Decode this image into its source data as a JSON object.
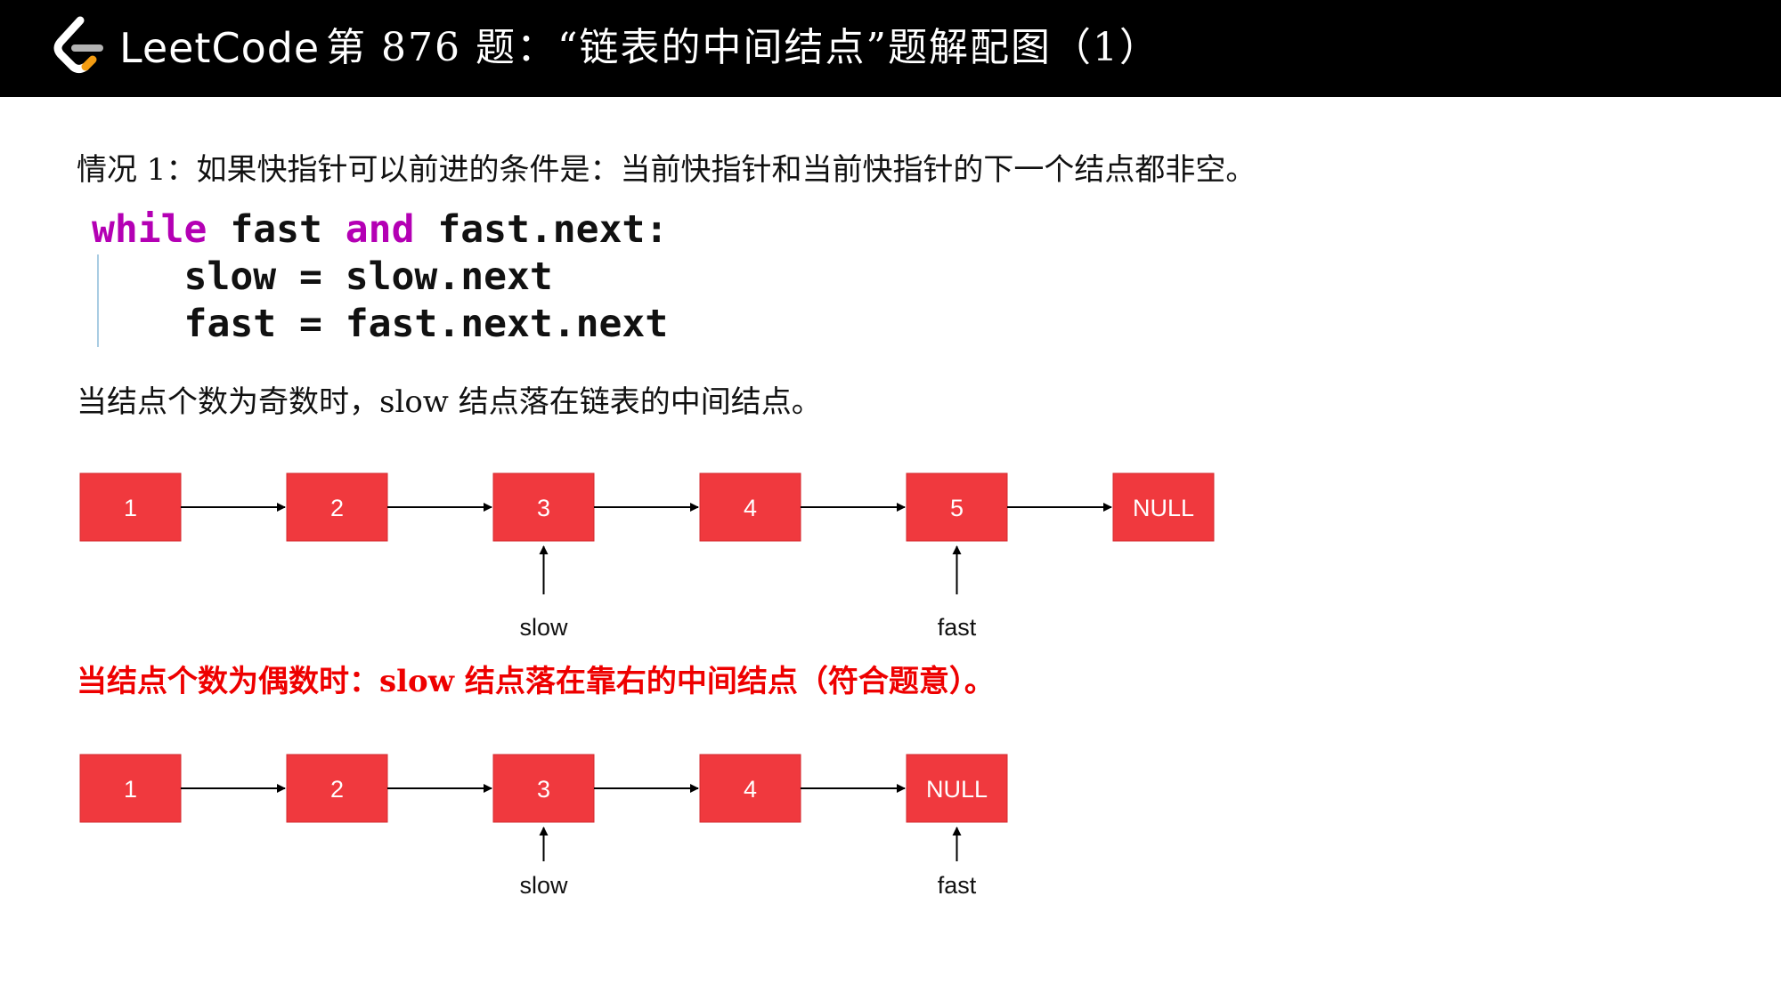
{
  "header": {
    "brand": "LeetCode",
    "title": "第 876 题：“链表的中间结点”题解配图（1）"
  },
  "colors": {
    "header_bg": "#000000",
    "node_fill": "#f0393e",
    "emphasis_text": "#ee0000",
    "keyword": "#b400b4",
    "logo_orange": "#f39c12",
    "logo_gray": "#b3b3b3"
  },
  "intro_text": "情况 1：如果快指针可以前进的条件是：当前快指针和当前快指针的下一个结点都非空。",
  "code": {
    "line1": {
      "kw1": "while",
      "mid": " fast ",
      "kw2": "and",
      "tail": " fast.next:"
    },
    "line2": "    slow = slow.next",
    "line3": "    fast = fast.next.next"
  },
  "odd_caption": "当结点个数为奇数时，slow 结点落在链表的中间结点。",
  "even_caption": "当结点个数为偶数时：slow 结点落在靠右的中间结点（符合题意）。",
  "diagrams": [
    {
      "nodes": [
        "1",
        "2",
        "3",
        "4",
        "5",
        "NULL"
      ],
      "pointers": [
        {
          "label": "slow",
          "node_index": 2
        },
        {
          "label": "fast",
          "node_index": 4
        }
      ]
    },
    {
      "nodes": [
        "1",
        "2",
        "3",
        "4",
        "NULL"
      ],
      "pointers": [
        {
          "label": "slow",
          "node_index": 2
        },
        {
          "label": "fast",
          "node_index": 4
        }
      ]
    }
  ]
}
